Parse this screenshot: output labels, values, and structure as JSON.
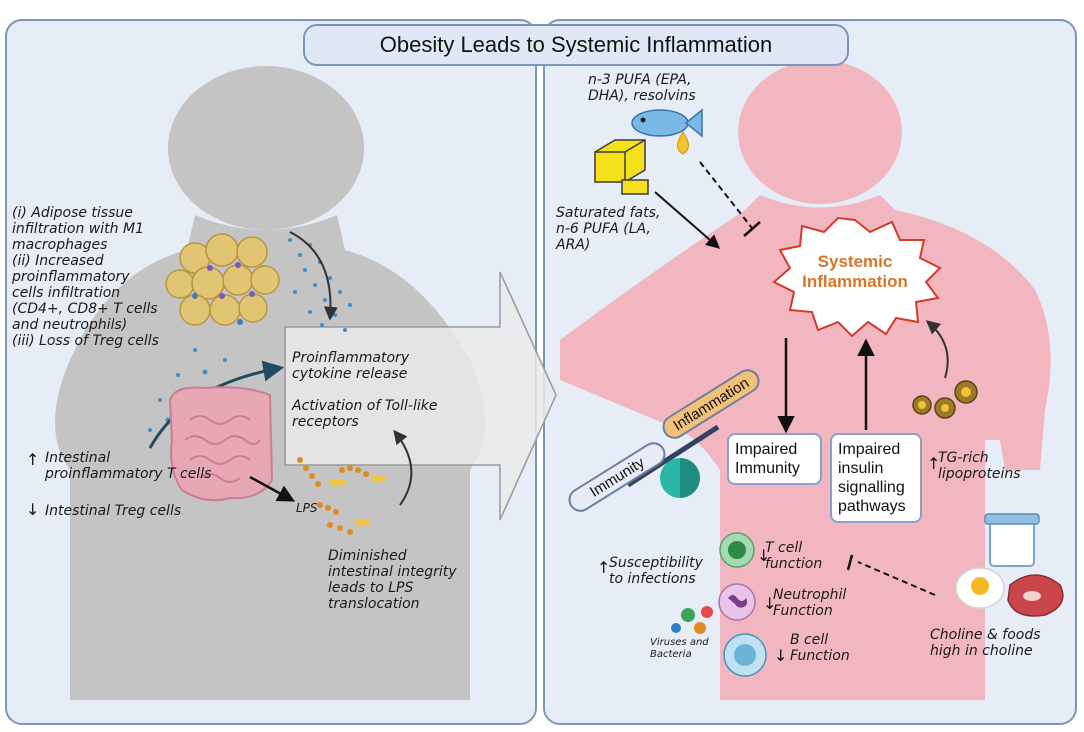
{
  "title": "Obesity Leads to Systemic Inflammation",
  "left_panel": {
    "adipose_text": [
      "(i) Adipose tissue",
      "infiltration with M1",
      "macrophages",
      "(ii) Increased",
      "proinflammatory",
      "cells infiltration",
      "(CD4+, CD8+ T cells",
      "and neutrophils)",
      "(iii) Loss of Treg cells"
    ],
    "cytokine": [
      "Proinflammatory",
      "cytokine release"
    ],
    "toll": [
      "Activation of Toll-like",
      "receptors"
    ],
    "intestinal_t": [
      "Intestinal",
      "proinflammatory T cells"
    ],
    "intestinal_treg": "Intestinal Treg cells",
    "lps": "LPS",
    "integrity": [
      "Diminished",
      "intestinal integrity",
      "leads to LPS",
      "translocation"
    ],
    "up_symbol": "↑",
    "down_symbol": "↓"
  },
  "right_panel": {
    "pufa_n3": [
      "n-3 PUFA (EPA,",
      "DHA), resolvins"
    ],
    "sat_fats": [
      "Saturated fats,",
      "n-6 PUFA (LA,",
      "ARA)"
    ],
    "systemic": [
      "Systemic",
      "Inflammation"
    ],
    "impaired_immunity": [
      "Impaired",
      "Immunity"
    ],
    "impaired_insulin": [
      "Impaired",
      "insulin",
      "signalling",
      "pathways"
    ],
    "tg_rich": [
      "TG-rich",
      "lipoproteins"
    ],
    "immunity_label": "Immunity",
    "inflammation_label": "Inflammation",
    "susceptibility": [
      "Susceptibility",
      "to infections"
    ],
    "t_cell": [
      "T cell",
      "function"
    ],
    "neutrophil": [
      "Neutrophil",
      "Function"
    ],
    "b_cell": [
      "B cell",
      "Function"
    ],
    "viruses": [
      "Viruses and",
      "Bacteria"
    ],
    "choline": [
      "Choline & foods",
      "high in choline"
    ]
  },
  "colors": {
    "panel_bg": "#e6edf6",
    "panel_border": "#7d95b8",
    "body_grey": "#c4c4c4",
    "body_pink": "#f2b6c0",
    "accent_orange": "#d9752a",
    "arrow_teal": "#1e4d63"
  }
}
